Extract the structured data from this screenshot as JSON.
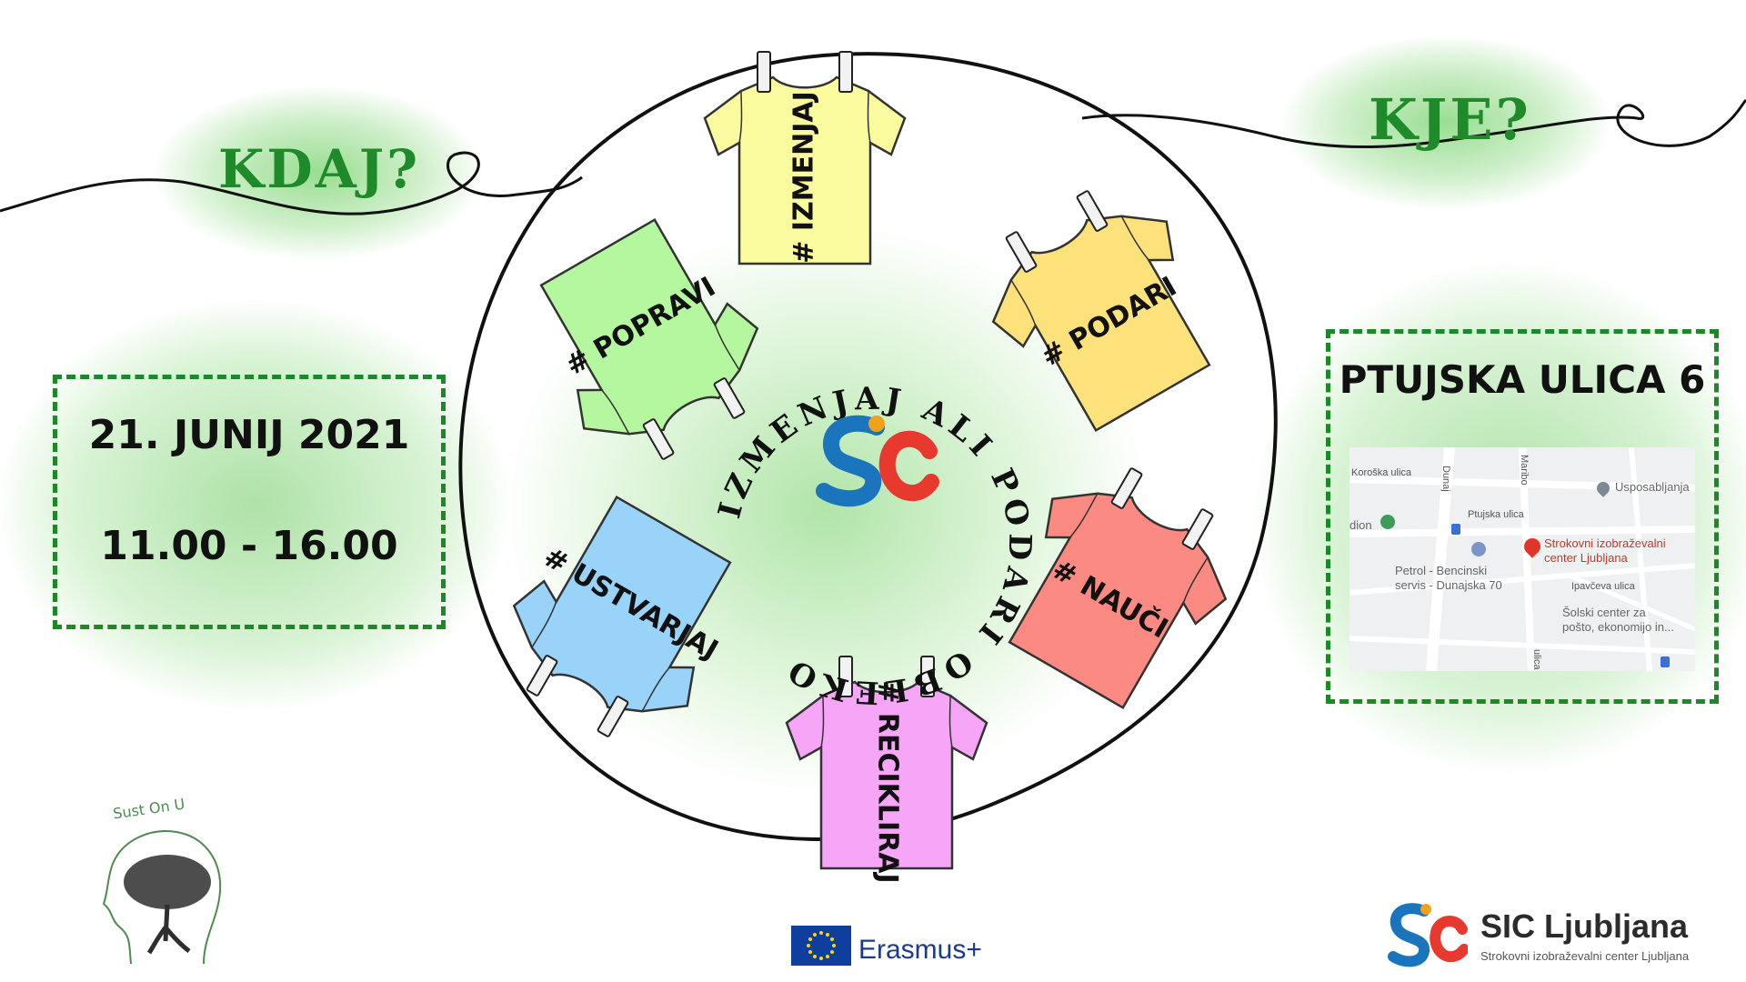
{
  "labels": {
    "when": "KDAJ?",
    "where": "KJE?",
    "date": "21. JUNIJ 2021",
    "time": "11.00 - 16.00",
    "address": "PTUJSKA ULICA 6",
    "circle_text": "IZMENJAJ ALI PODARI OBLEKO"
  },
  "shirts": [
    {
      "label": "# IZMENJAJ",
      "color": "#fafa9e"
    },
    {
      "label": "# PODARI",
      "color": "#fde17a"
    },
    {
      "label": "# NAUČI",
      "color": "#fb8a82"
    },
    {
      "label": "# RECIKLIRAJ",
      "color": "#f7a5f7"
    },
    {
      "label": "# USTVARJAJ",
      "color": "#99d3f9"
    },
    {
      "label": "# POPRAVI",
      "color": "#b5f79e"
    }
  ],
  "map": {
    "place": "Strokovni izobraževalni center Ljubljana",
    "place_line1": "Strokovni izobraževalni",
    "place_line2": "center Ljubljana",
    "poi1": "Usposabljanja",
    "poi2_line1": "Petrol - Bencinski",
    "poi2_line2": "servis - Dunajska 70",
    "poi3_line1": "Šolski center za",
    "poi3_line2": "pošto, ekonomijo in...",
    "street1": "Koroška ulica",
    "street2": "Ptujska ulica",
    "street3": "Ipavčeva ulica",
    "street4": "Dunaj",
    "street5": "Maribo",
    "street6": "ulica",
    "partial": "dion"
  },
  "footer": {
    "erasmus": "Erasmus+",
    "sic_name": "SIC Ljubljana",
    "sic_sub": "Strokovni izobraževalni center Ljubljana",
    "sust_logo": "Sust On U",
    "logo_mark": "SC"
  },
  "colors": {
    "accent_green": "#1b8a26",
    "sic_blue": "#1b75bc",
    "sic_red": "#e8392f"
  }
}
